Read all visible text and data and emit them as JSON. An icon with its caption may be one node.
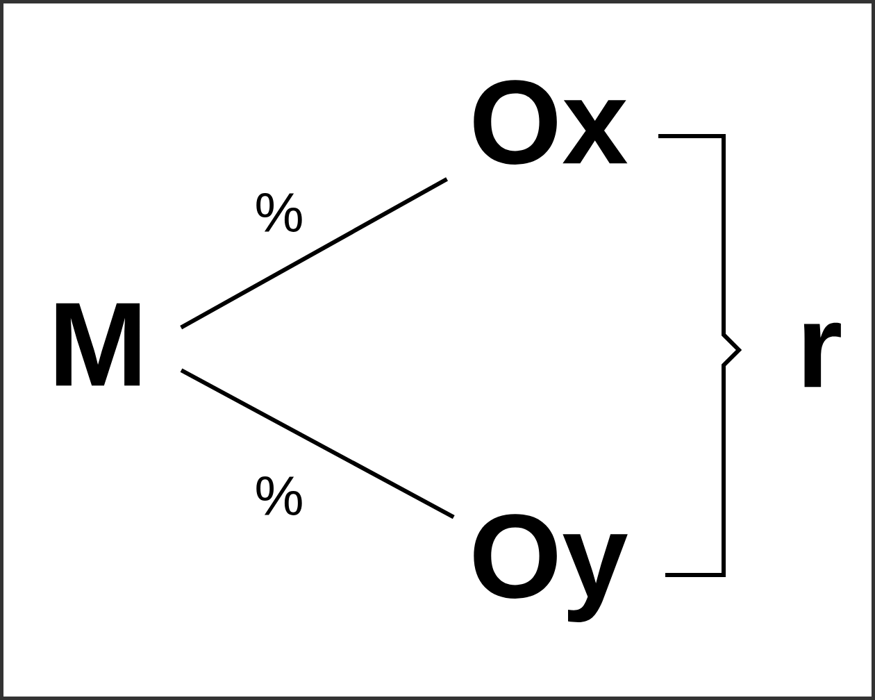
{
  "diagram": {
    "nodes": [
      {
        "text": [
          "M"
        ]
      },
      {
        "text": [
          "Ox"
        ]
      },
      {
        "text": [
          "Oy"
        ]
      }
    ],
    "edges": [
      {
        "from": 0,
        "to": 1,
        "arrow": "none",
        "label": "%"
      },
      {
        "from": 0,
        "to": 2,
        "arrow": "none",
        "label": "%"
      }
    ],
    "labels": [
      "r"
    ]
  }
}
